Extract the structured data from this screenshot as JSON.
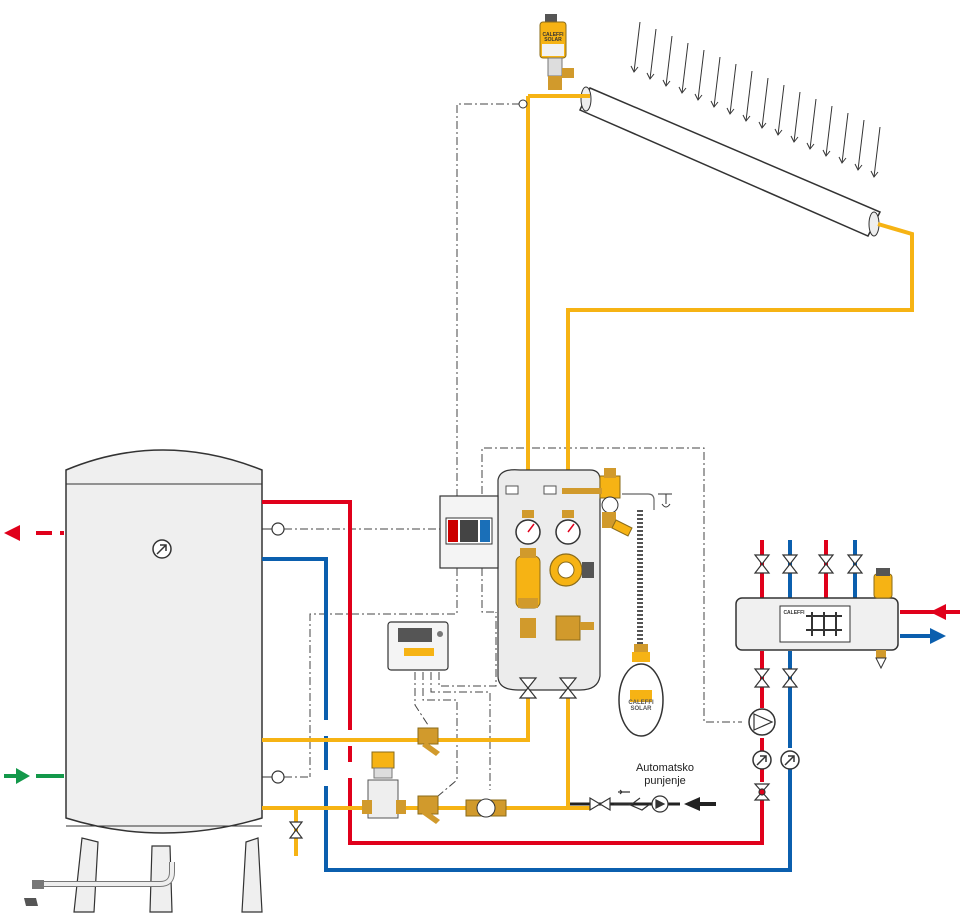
{
  "labels": {
    "auto_fill_line1": "Automatsko",
    "auto_fill_line2": "punjenje"
  },
  "branding": {
    "caleffi": "CALEFFI",
    "solar": "SOLAR"
  },
  "colors": {
    "solar_pipe": "#f6b314",
    "hot_pipe": "#e0001b",
    "cold_pipe": "#0b5fae",
    "green_arrow": "#13984a",
    "vessel_fill": "#efefef",
    "station_fill": "#ececec",
    "signal_line": "#444444",
    "brass": "#d19a2c"
  }
}
